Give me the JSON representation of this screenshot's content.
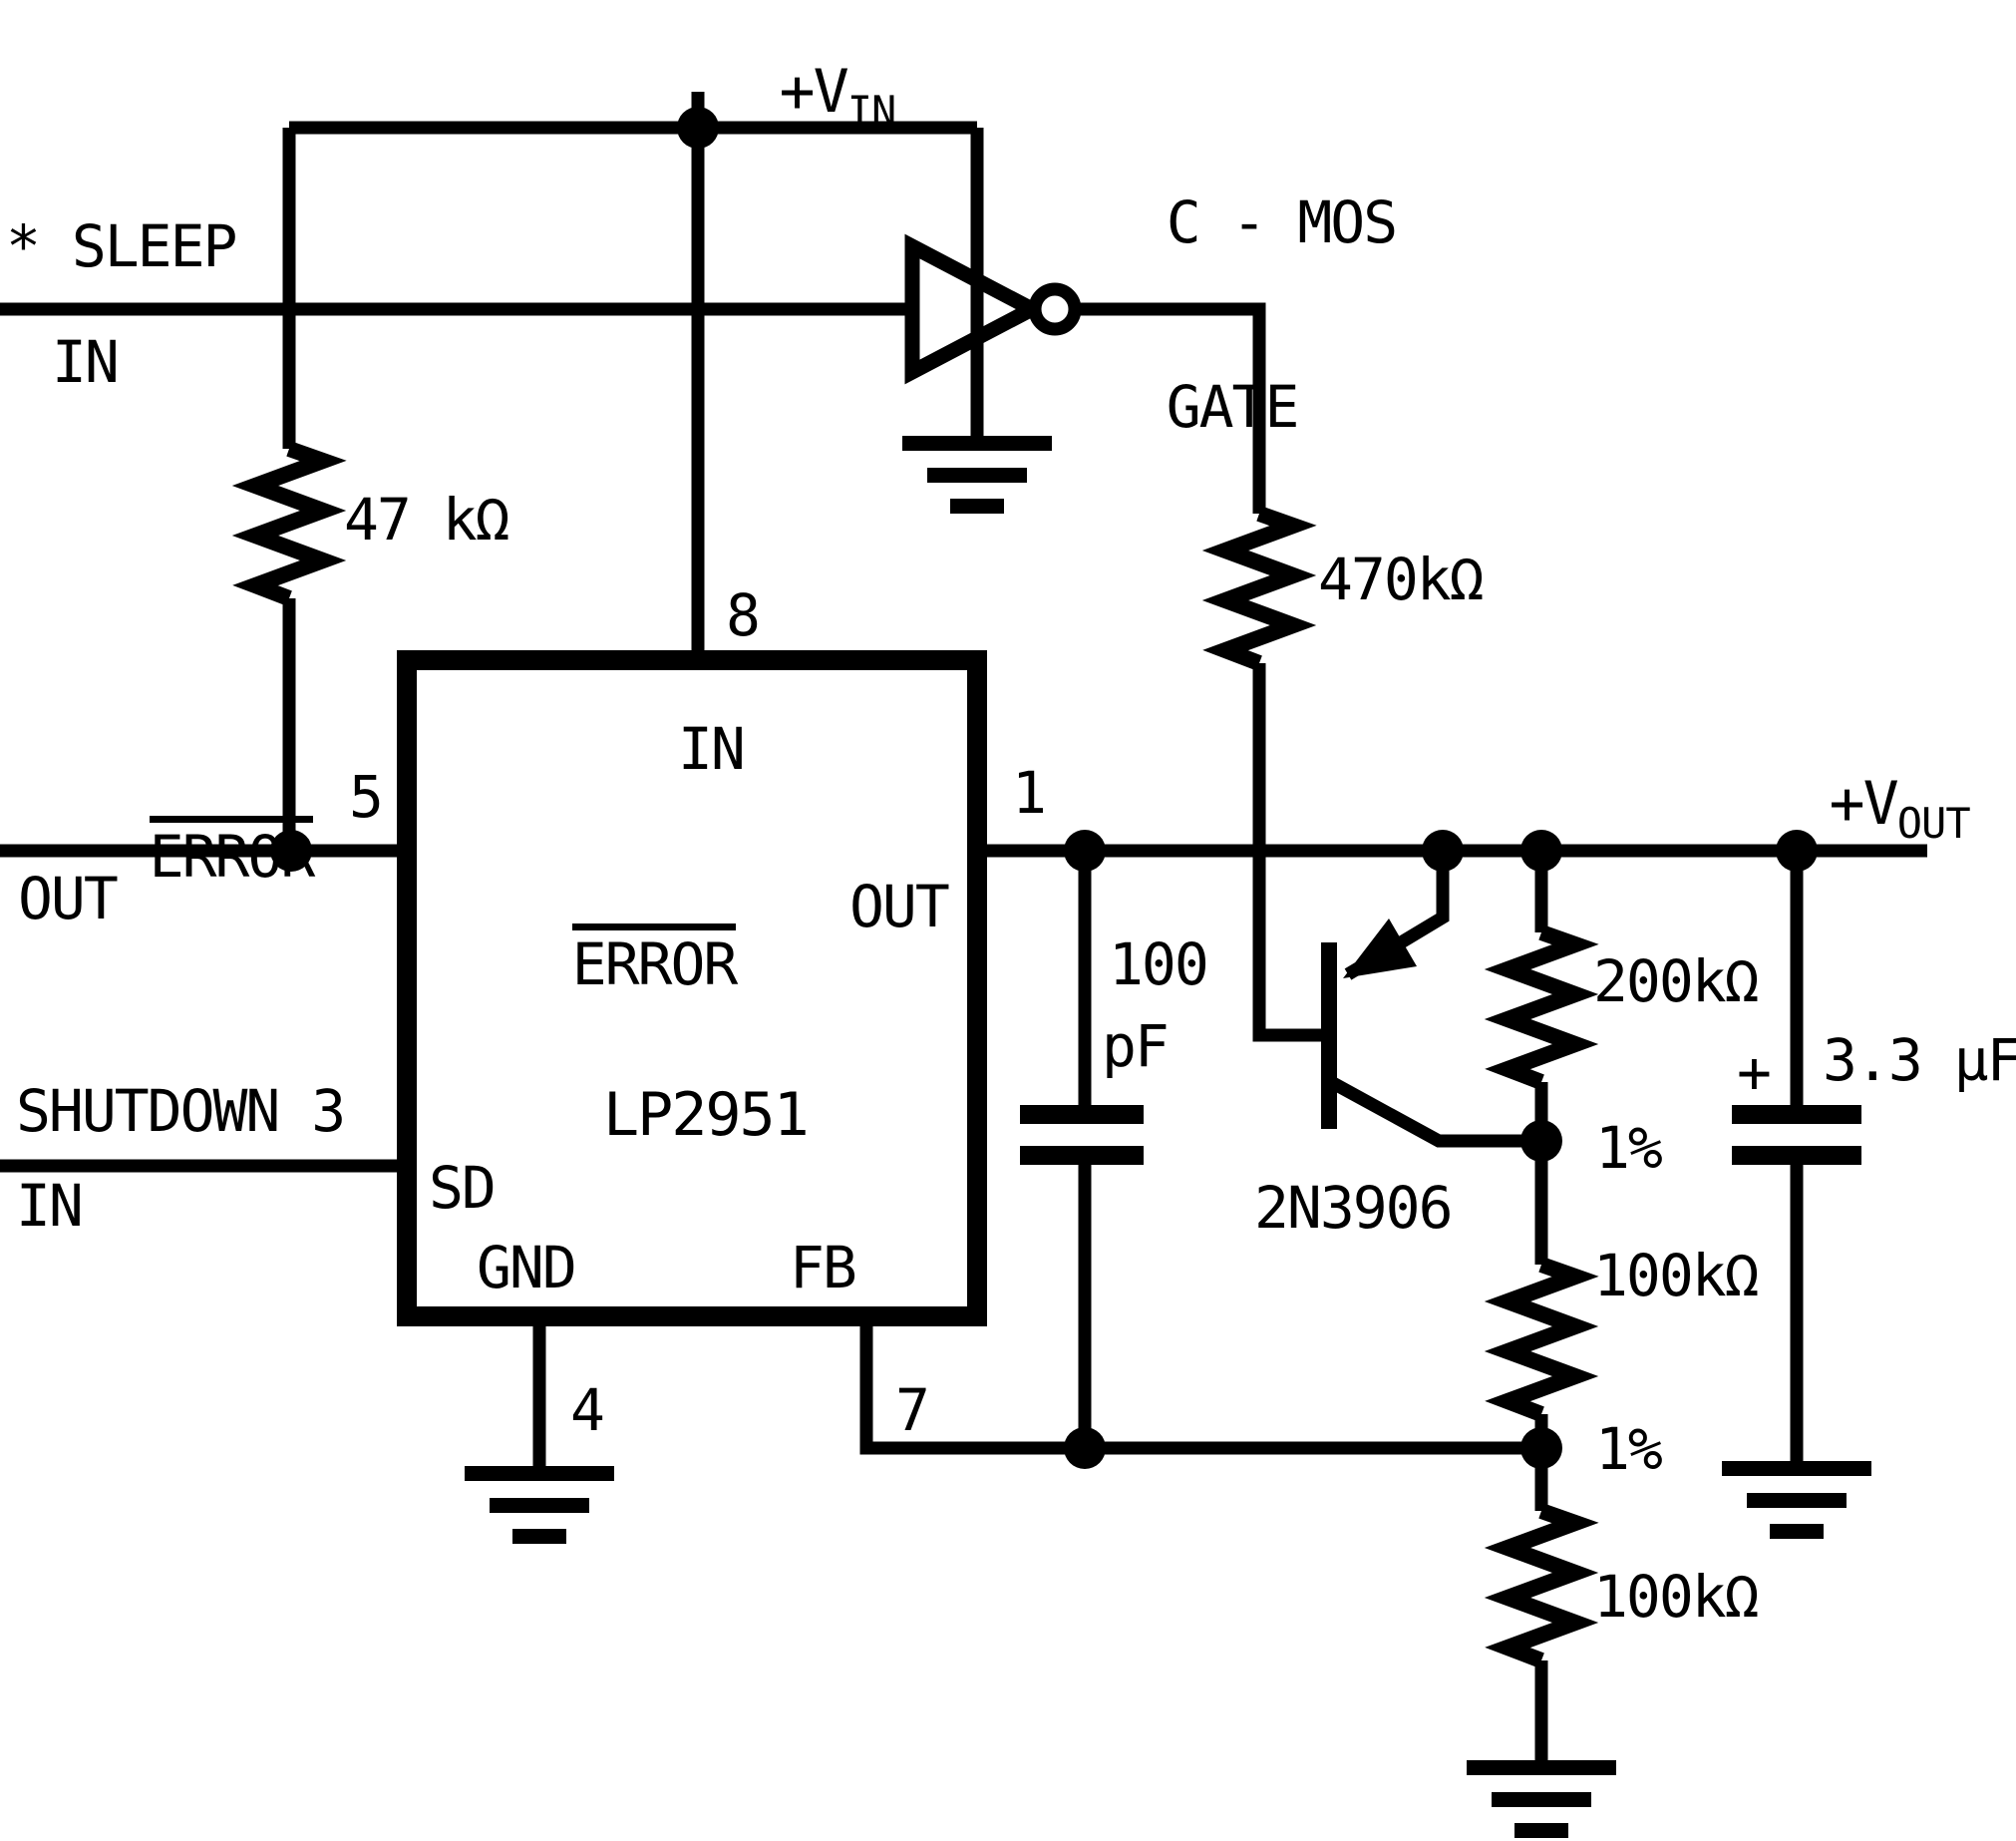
{
  "colors": {
    "ink": "#000000",
    "paper": "#ffffff"
  },
  "schematic": {
    "power_in": {
      "prefix": "+V",
      "sub": "IN"
    },
    "power_out": {
      "prefix": "+V",
      "sub": "OUT"
    },
    "sleep": {
      "label": "* SLEEP",
      "sub": "IN"
    },
    "gate": {
      "line1": "C - MOS",
      "line2": "GATE"
    },
    "error_out": {
      "label": "ERROR",
      "sub": "OUT"
    },
    "shutdown": {
      "label": "SHUTDOWN 3",
      "sub": "IN"
    },
    "resistors": {
      "pullup_sleep": "47 kΩ",
      "base": "470kΩ",
      "divider_top": "200kΩ",
      "divider_top_tol": "1%",
      "divider_mid": "100kΩ",
      "divider_mid_tol": "1%",
      "divider_bottom": "100kΩ"
    },
    "capacitors": {
      "comp_line1": "100",
      "comp_line2": "pF",
      "output_plus": "+",
      "output_value": "3.3 μF"
    },
    "transistor": {
      "part": "2N3906"
    },
    "ic": {
      "part": "LP2951",
      "pin_in": "IN",
      "num_in": "8",
      "pin_error": "ERROR",
      "num_error": "5",
      "pin_out": "OUT",
      "num_out": "1",
      "pin_sd": "SD",
      "pin_gnd": "GND",
      "num_gnd": "4",
      "pin_fb": "FB",
      "num_fb": "7"
    }
  }
}
